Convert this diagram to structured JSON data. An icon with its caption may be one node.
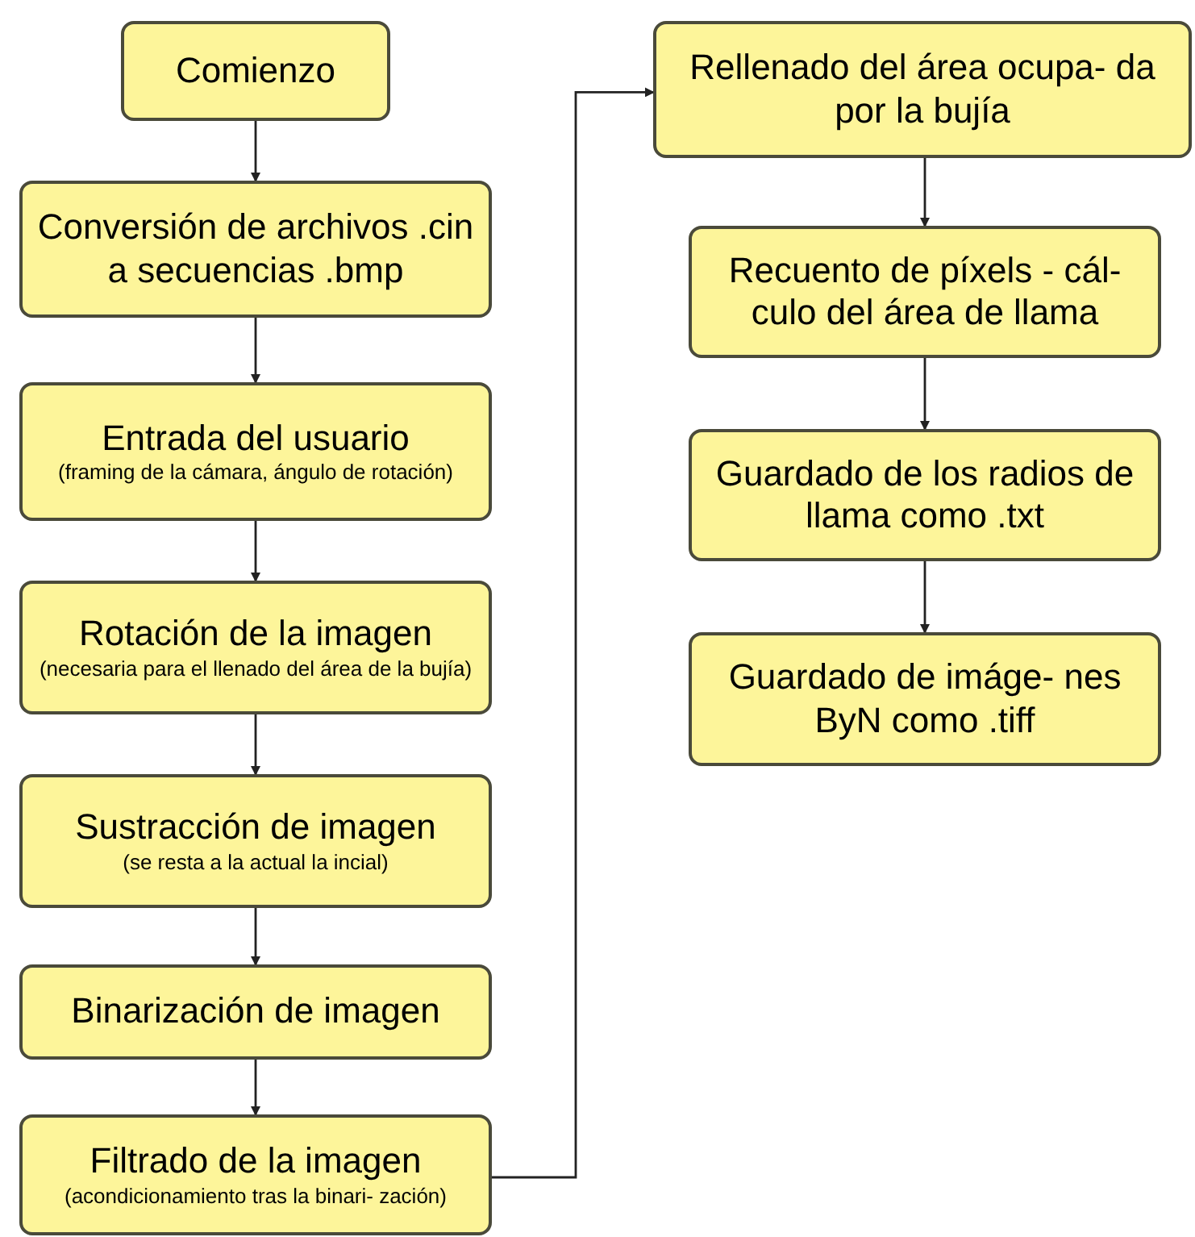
{
  "diagram": {
    "nodes": [
      {
        "text": [
          "Comienzo"
        ]
      },
      {
        "text": [
          "Conversión de archivos .cin a secuencias .bmp"
        ]
      },
      {
        "text": [
          "Entrada del usuario",
          "(framing de la cámara, ángulo de rotación)"
        ]
      },
      {
        "text": [
          "Rotación de la imagen",
          "(necesaria para el llenado del área de la bujía)"
        ]
      },
      {
        "text": [
          "Sustracción de imagen",
          "(se resta a la actual la incial)"
        ]
      },
      {
        "text": [
          "Binarización de imagen"
        ]
      },
      {
        "text": [
          "Filtrado de la imagen",
          "(acondicionamiento tras la binari- zación)"
        ]
      },
      {
        "text": [
          "Rellenado del área ocupa- da por la bujía"
        ]
      },
      {
        "text": [
          "Recuento de píxels - cál- culo del área de llama"
        ]
      },
      {
        "text": [
          "Guardado de los radios de llama como .txt"
        ]
      },
      {
        "text": [
          "Guardado de imáge- nes ByN como .tiff"
        ]
      }
    ],
    "edges": [
      {
        "from": 0,
        "to": 1,
        "arrow": "to"
      },
      {
        "from": 1,
        "to": 2,
        "arrow": "to"
      },
      {
        "from": 2,
        "to": 3,
        "arrow": "to"
      },
      {
        "from": 3,
        "to": 4,
        "arrow": "to"
      },
      {
        "from": 4,
        "to": 5,
        "arrow": "to"
      },
      {
        "from": 5,
        "to": 6,
        "arrow": "to"
      },
      {
        "from": 6,
        "to": 7,
        "arrow": "to"
      },
      {
        "from": 7,
        "to": 8,
        "arrow": "to"
      },
      {
        "from": 8,
        "to": 9,
        "arrow": "to"
      },
      {
        "from": 9,
        "to": 10,
        "arrow": "to"
      }
    ]
  }
}
